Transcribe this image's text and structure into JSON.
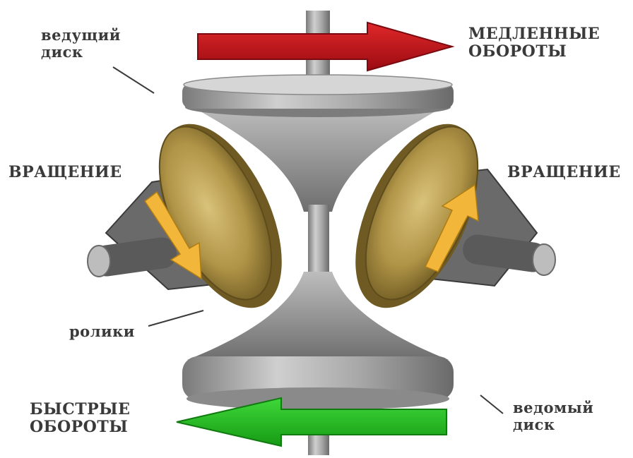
{
  "labels": {
    "driving_disk": [
      "ведущий",
      "диск"
    ],
    "slow_rpm": [
      "МЕДЛЕННЫЕ",
      "ОБОРОТЫ"
    ],
    "rotation_left": "ВРАЩЕНИЕ",
    "rotation_right": "ВРАЩЕНИЕ",
    "rollers": "ролики",
    "fast_rpm": [
      "БЫСТРЫЕ",
      "ОБОРОТЫ"
    ],
    "driven_disk": [
      "ведомый",
      "диск"
    ]
  },
  "colors": {
    "slow_arrow": "#c8101a",
    "fast_arrow": "#22b81e",
    "rotation_arrow": "#f2b63a",
    "roller": "#b59a45",
    "metal": "#9a9a9a",
    "dark_metal": "#4a4a4a",
    "label_text": "#3a3a3a"
  }
}
